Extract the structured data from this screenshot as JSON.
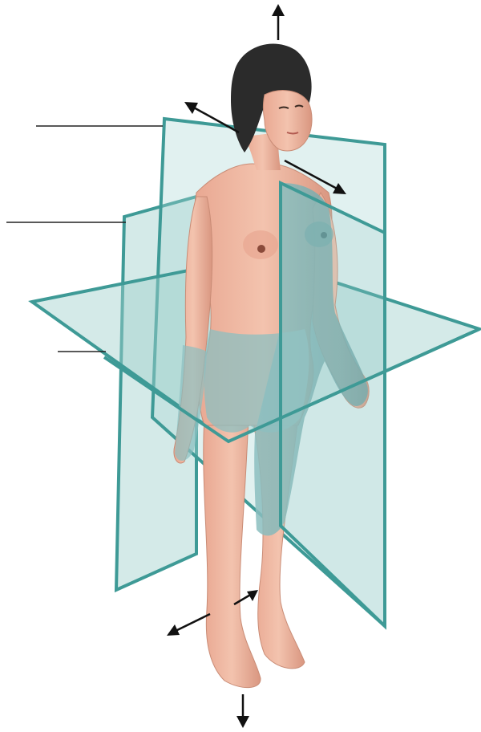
{
  "figure": {
    "kind": "anatomical-planes",
    "label_lines": [
      {
        "name": "label-line-sagittal"
      },
      {
        "name": "label-line-frontal"
      },
      {
        "name": "label-line-transverse"
      }
    ],
    "arrows": [
      {
        "name": "arrow-up"
      },
      {
        "name": "arrow-posterior"
      },
      {
        "name": "arrow-anterior"
      },
      {
        "name": "arrow-lateral"
      },
      {
        "name": "arrow-medial"
      },
      {
        "name": "arrow-down"
      }
    ],
    "colors": {
      "plane_fill": "#9fd0cc",
      "plane_edge": "#3e9a96",
      "skin": "#f0b9a4",
      "skin_shadow": "#d8907a",
      "hair": "#2b2b2b",
      "covered_body": "#7fb4b5",
      "arrow": "#111111",
      "label_line": "#222222"
    }
  }
}
